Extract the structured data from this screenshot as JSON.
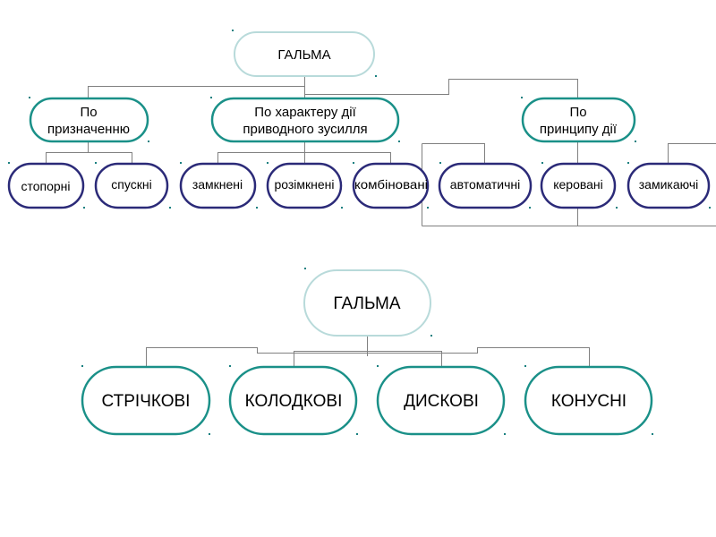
{
  "diagram_top": {
    "root": "ГАЛЬМА",
    "categories": [
      {
        "lines": [
          "По",
          "призначенню"
        ],
        "children": [
          "стопорні",
          "спускні"
        ]
      },
      {
        "lines": [
          "По характеру дії",
          "приводного зусилля"
        ],
        "children": [
          "замкнені",
          "розімкнені",
          "комбіновані"
        ]
      },
      {
        "lines": [
          "По",
          "принципу дії"
        ],
        "children": [
          "автоматичні",
          "керовані",
          "замикаючі"
        ]
      }
    ]
  },
  "diagram_bottom": {
    "root": "ГАЛЬМА",
    "children": [
      "СТРІЧКОВІ",
      "КОЛОДКОВІ",
      "ДИСКОВІ",
      "КОНУСНІ"
    ]
  },
  "colors": {
    "root_border": "#b8dada",
    "category_border": "#1a9088",
    "leaf_border": "#2b2a78",
    "connector": "#808080"
  }
}
